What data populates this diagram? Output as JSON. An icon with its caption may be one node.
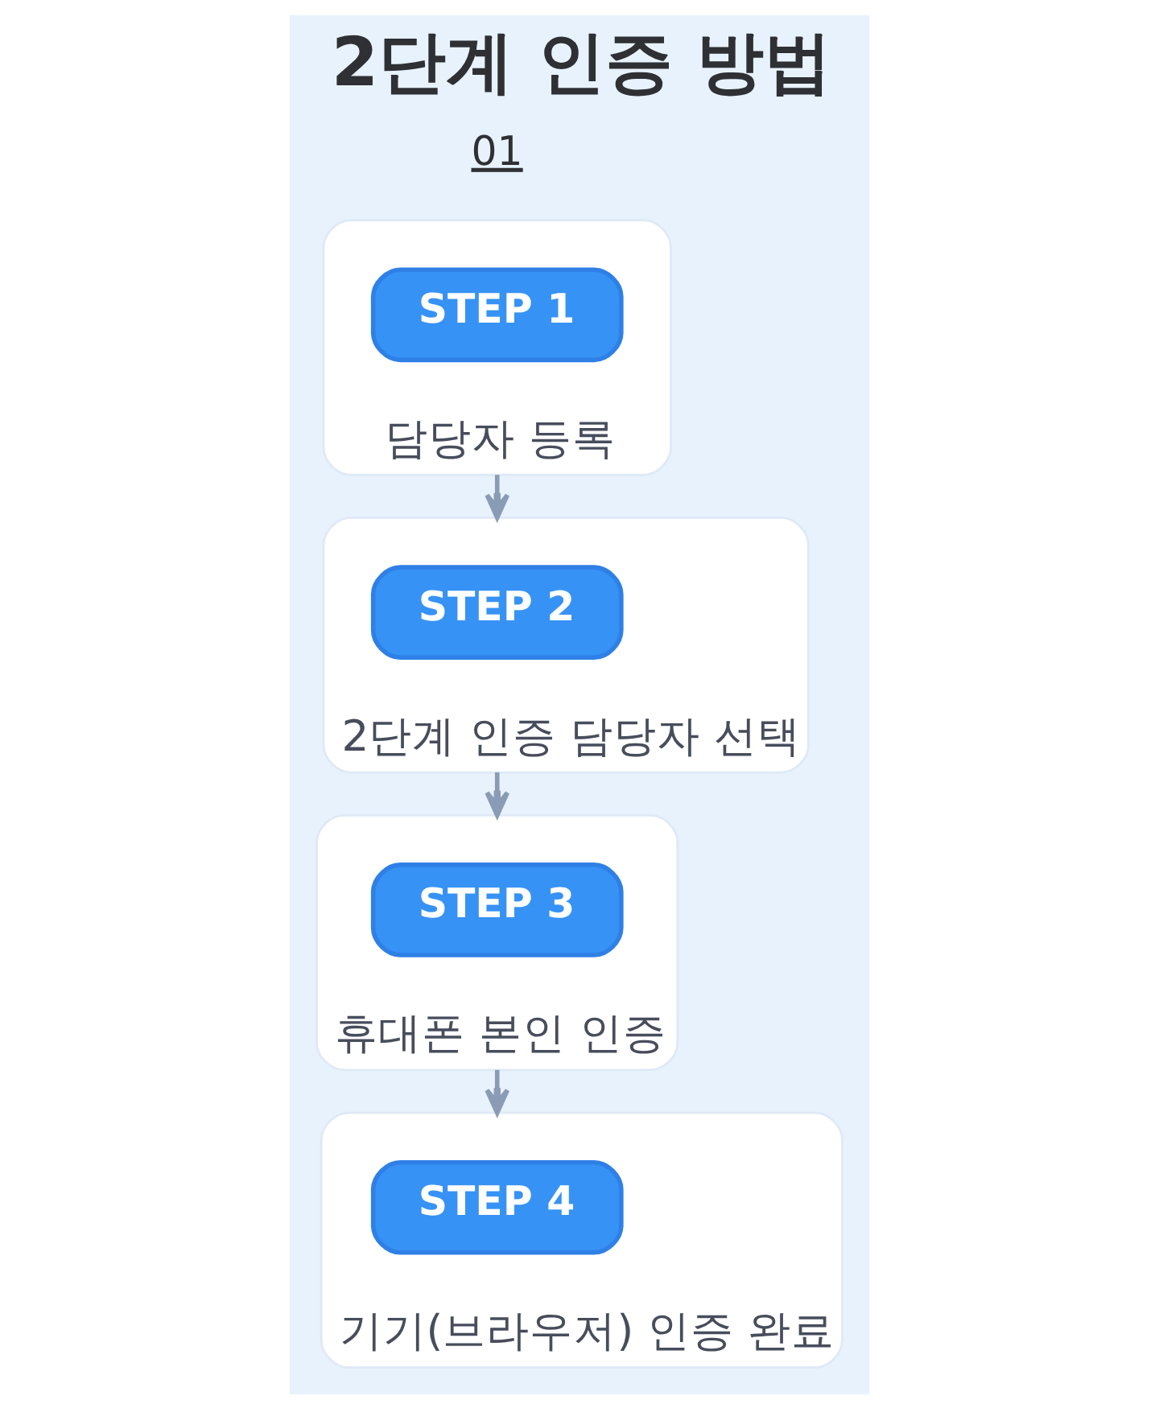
{
  "diagram": {
    "title": "2단계 인증 방법",
    "nodes": [
      {
        "text": [
          "담당자 등록"
        ]
      },
      {
        "text": [
          "STEP 1"
        ],
        "in": 0
      },
      {
        "text": [
          "2단계 인증 담당자 선택"
        ]
      },
      {
        "text": [
          "STEP 2"
        ],
        "in": 2
      },
      {
        "text": [
          "휴대폰 본인 인증"
        ]
      },
      {
        "text": [
          "STEP 3"
        ],
        "in": 4
      },
      {
        "text": [
          "기기(브라우저) 인증 완료"
        ]
      },
      {
        "text": [
          "STEP 4"
        ],
        "in": 6
      }
    ],
    "edges": [
      {
        "from": 0,
        "to": 2,
        "arrow": "to"
      },
      {
        "from": 2,
        "to": 4,
        "arrow": "to"
      },
      {
        "from": 4,
        "to": 6,
        "arrow": "to"
      }
    ],
    "labels": [
      "01"
    ]
  }
}
